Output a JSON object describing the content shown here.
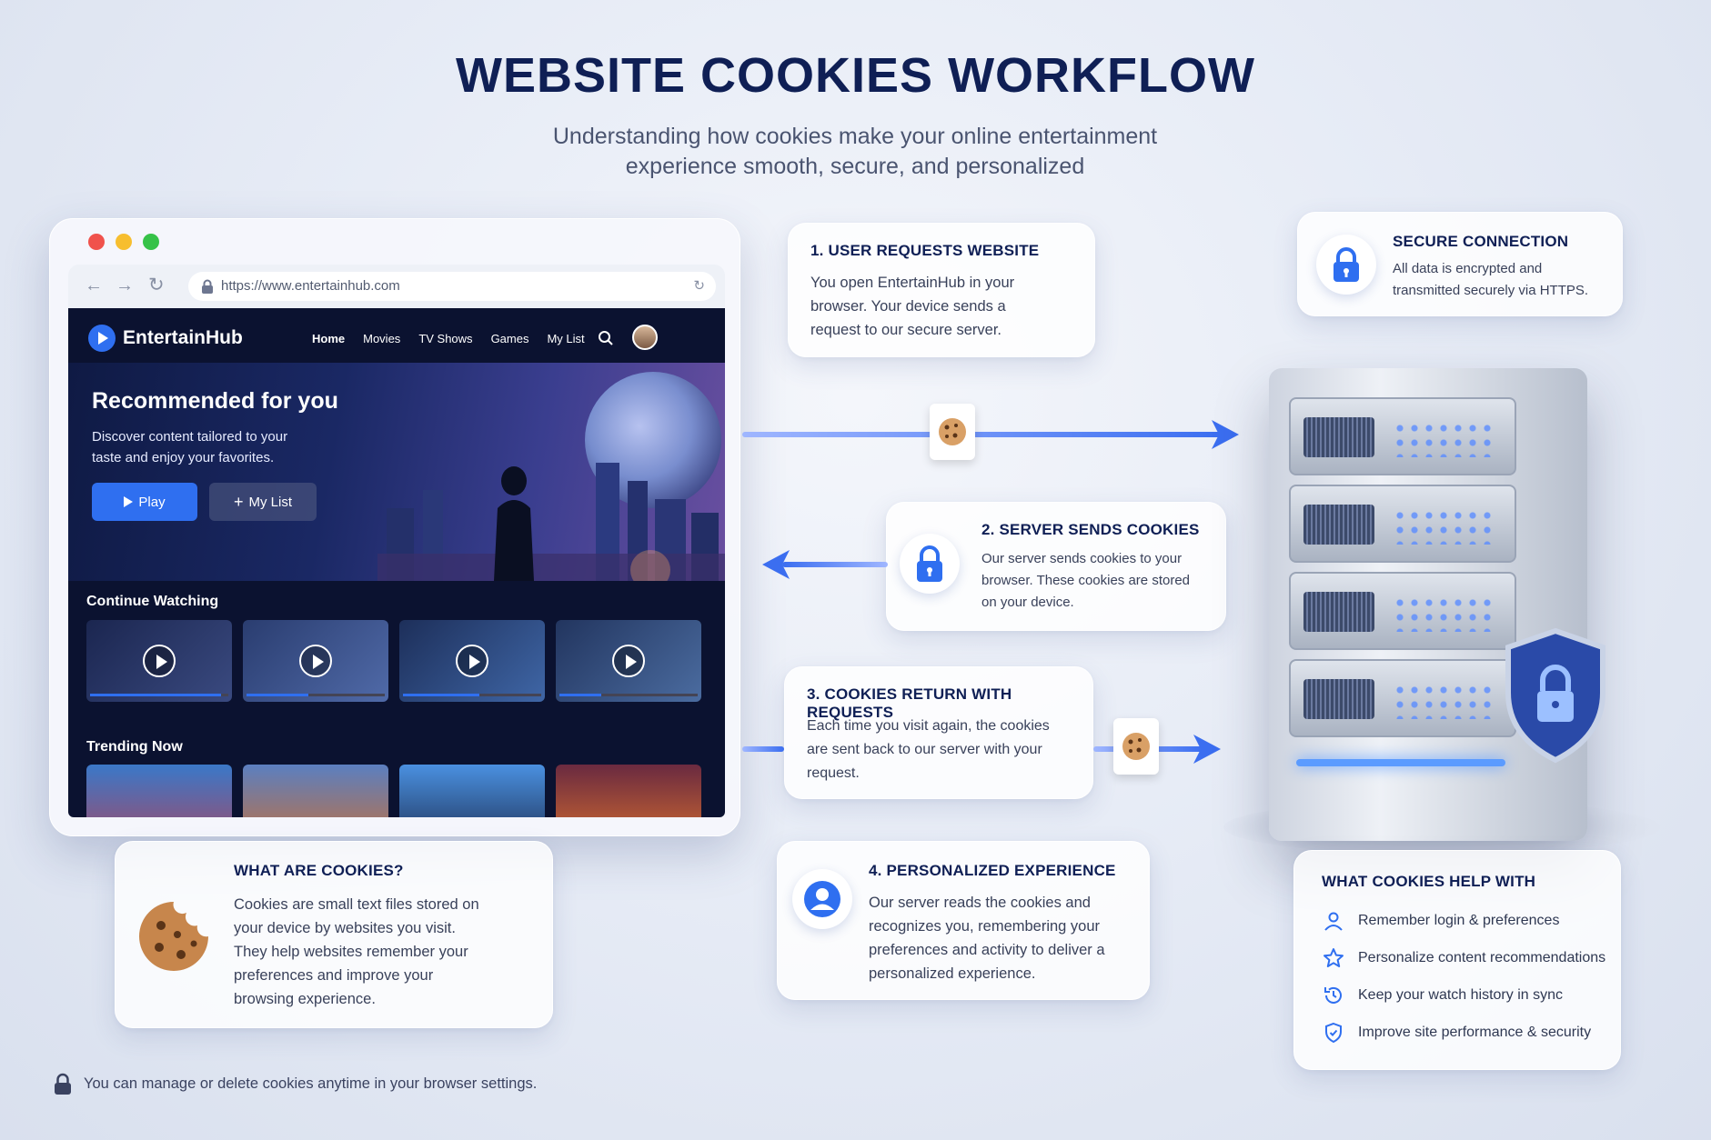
{
  "title": "WEBSITE COOKIES WORKFLOW",
  "subtitle_line1": "Understanding how cookies make your online entertainment",
  "subtitle_line2": "experience smooth, secure, and personalized",
  "browser": {
    "url": "https://www.entertainhub.com",
    "app_name": "EntertainHub",
    "nav": [
      "Home",
      "Movies",
      "TV Shows",
      "Games",
      "My List"
    ],
    "hero_title": "Recommended for you",
    "hero_text_line1": "Discover content tailored to your",
    "hero_text_line2": "taste and enjoy your favorites.",
    "play_label": "Play",
    "mylist_label": "My List",
    "continue_watching": "Continue Watching",
    "continue_progress": [
      0.95,
      0.45,
      0.55,
      0.3
    ],
    "trending_now": "Trending Now"
  },
  "steps": [
    {
      "title": "1. USER REQUESTS WEBSITE",
      "lines": [
        "You open EntertainHub in your",
        "browser. Your device sends a",
        "request to our secure server."
      ]
    },
    {
      "title": "2. SERVER SENDS COOKIES",
      "lines": [
        "Our server sends cookies to your",
        "browser. These cookies are stored",
        "on your device."
      ]
    },
    {
      "title": "3. COOKIES RETURN WITH REQUESTS",
      "lines": [
        "Each time you visit again, the cookies",
        "are sent back to our server with your",
        "request."
      ]
    },
    {
      "title": "4. PERSONALIZED EXPERIENCE",
      "lines": [
        "Our server reads the cookies and",
        "recognizes you, remembering your",
        "preferences and activity to deliver a",
        "personalized experience."
      ]
    }
  ],
  "secure": {
    "title": "SECURE CONNECTION",
    "lines": [
      "All data is encrypted and",
      "transmitted securely via HTTPS."
    ]
  },
  "what_are": {
    "title": "WHAT ARE COOKIES?",
    "lines": [
      "Cookies are small text files stored on",
      "your device by websites you visit.",
      "They help websites remember your",
      "preferences and improve your",
      "browsing experience."
    ]
  },
  "help": {
    "title": "WHAT COOKIES HELP WITH",
    "items": [
      {
        "icon": "user-icon",
        "label": "Remember login & preferences"
      },
      {
        "icon": "star-icon",
        "label": "Personalize content recommendations"
      },
      {
        "icon": "history-icon",
        "label": "Keep your watch history in sync"
      },
      {
        "icon": "shield-check-icon",
        "label": "Improve site performance & security"
      }
    ]
  },
  "footer_note": "You can manage or delete cookies anytime in your browser settings.",
  "colors": {
    "accent": "#2f6ff0",
    "title": "#0f1f55"
  }
}
